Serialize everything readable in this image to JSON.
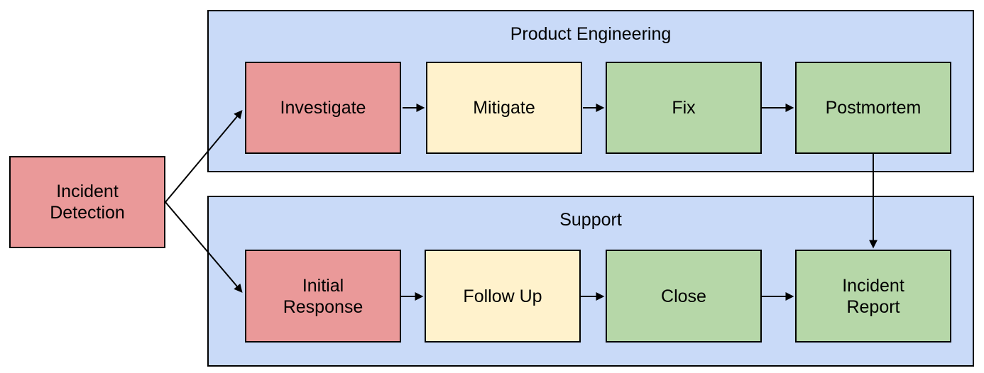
{
  "colors": {
    "canvas_background": "#ffffff",
    "lane_fill": "#c9daf8",
    "node_red": "#ea9999",
    "node_yellow": "#fff2cc",
    "node_green": "#b6d7a8",
    "border": "#000000",
    "text": "#000000",
    "arrow": "#000000"
  },
  "lanes": {
    "product_engineering": {
      "title": "Product Engineering"
    },
    "support": {
      "title": "Support"
    }
  },
  "nodes": {
    "incident_detection": {
      "label": "Incident Detection",
      "fill": "#ea9999",
      "lane": null
    },
    "investigate": {
      "label": "Investigate",
      "fill": "#ea9999",
      "lane": "Product Engineering"
    },
    "mitigate": {
      "label": "Mitigate",
      "fill": "#fff2cc",
      "lane": "Product Engineering"
    },
    "fix": {
      "label": "Fix",
      "fill": "#b6d7a8",
      "lane": "Product Engineering"
    },
    "postmortem": {
      "label": "Postmortem",
      "fill": "#b6d7a8",
      "lane": "Product Engineering"
    },
    "initial_response": {
      "label": "Initial Response",
      "fill": "#ea9999",
      "lane": "Support"
    },
    "follow_up": {
      "label": "Follow Up",
      "fill": "#fff2cc",
      "lane": "Support"
    },
    "close": {
      "label": "Close",
      "fill": "#b6d7a8",
      "lane": "Support"
    },
    "incident_report": {
      "label": "Incident Report",
      "fill": "#b6d7a8",
      "lane": "Support"
    }
  },
  "edges": [
    {
      "from": "incident_detection",
      "to": "investigate"
    },
    {
      "from": "incident_detection",
      "to": "initial_response"
    },
    {
      "from": "investigate",
      "to": "mitigate"
    },
    {
      "from": "mitigate",
      "to": "fix"
    },
    {
      "from": "fix",
      "to": "postmortem"
    },
    {
      "from": "postmortem",
      "to": "incident_report"
    },
    {
      "from": "initial_response",
      "to": "follow_up"
    },
    {
      "from": "follow_up",
      "to": "close"
    },
    {
      "from": "close",
      "to": "incident_report"
    }
  ]
}
